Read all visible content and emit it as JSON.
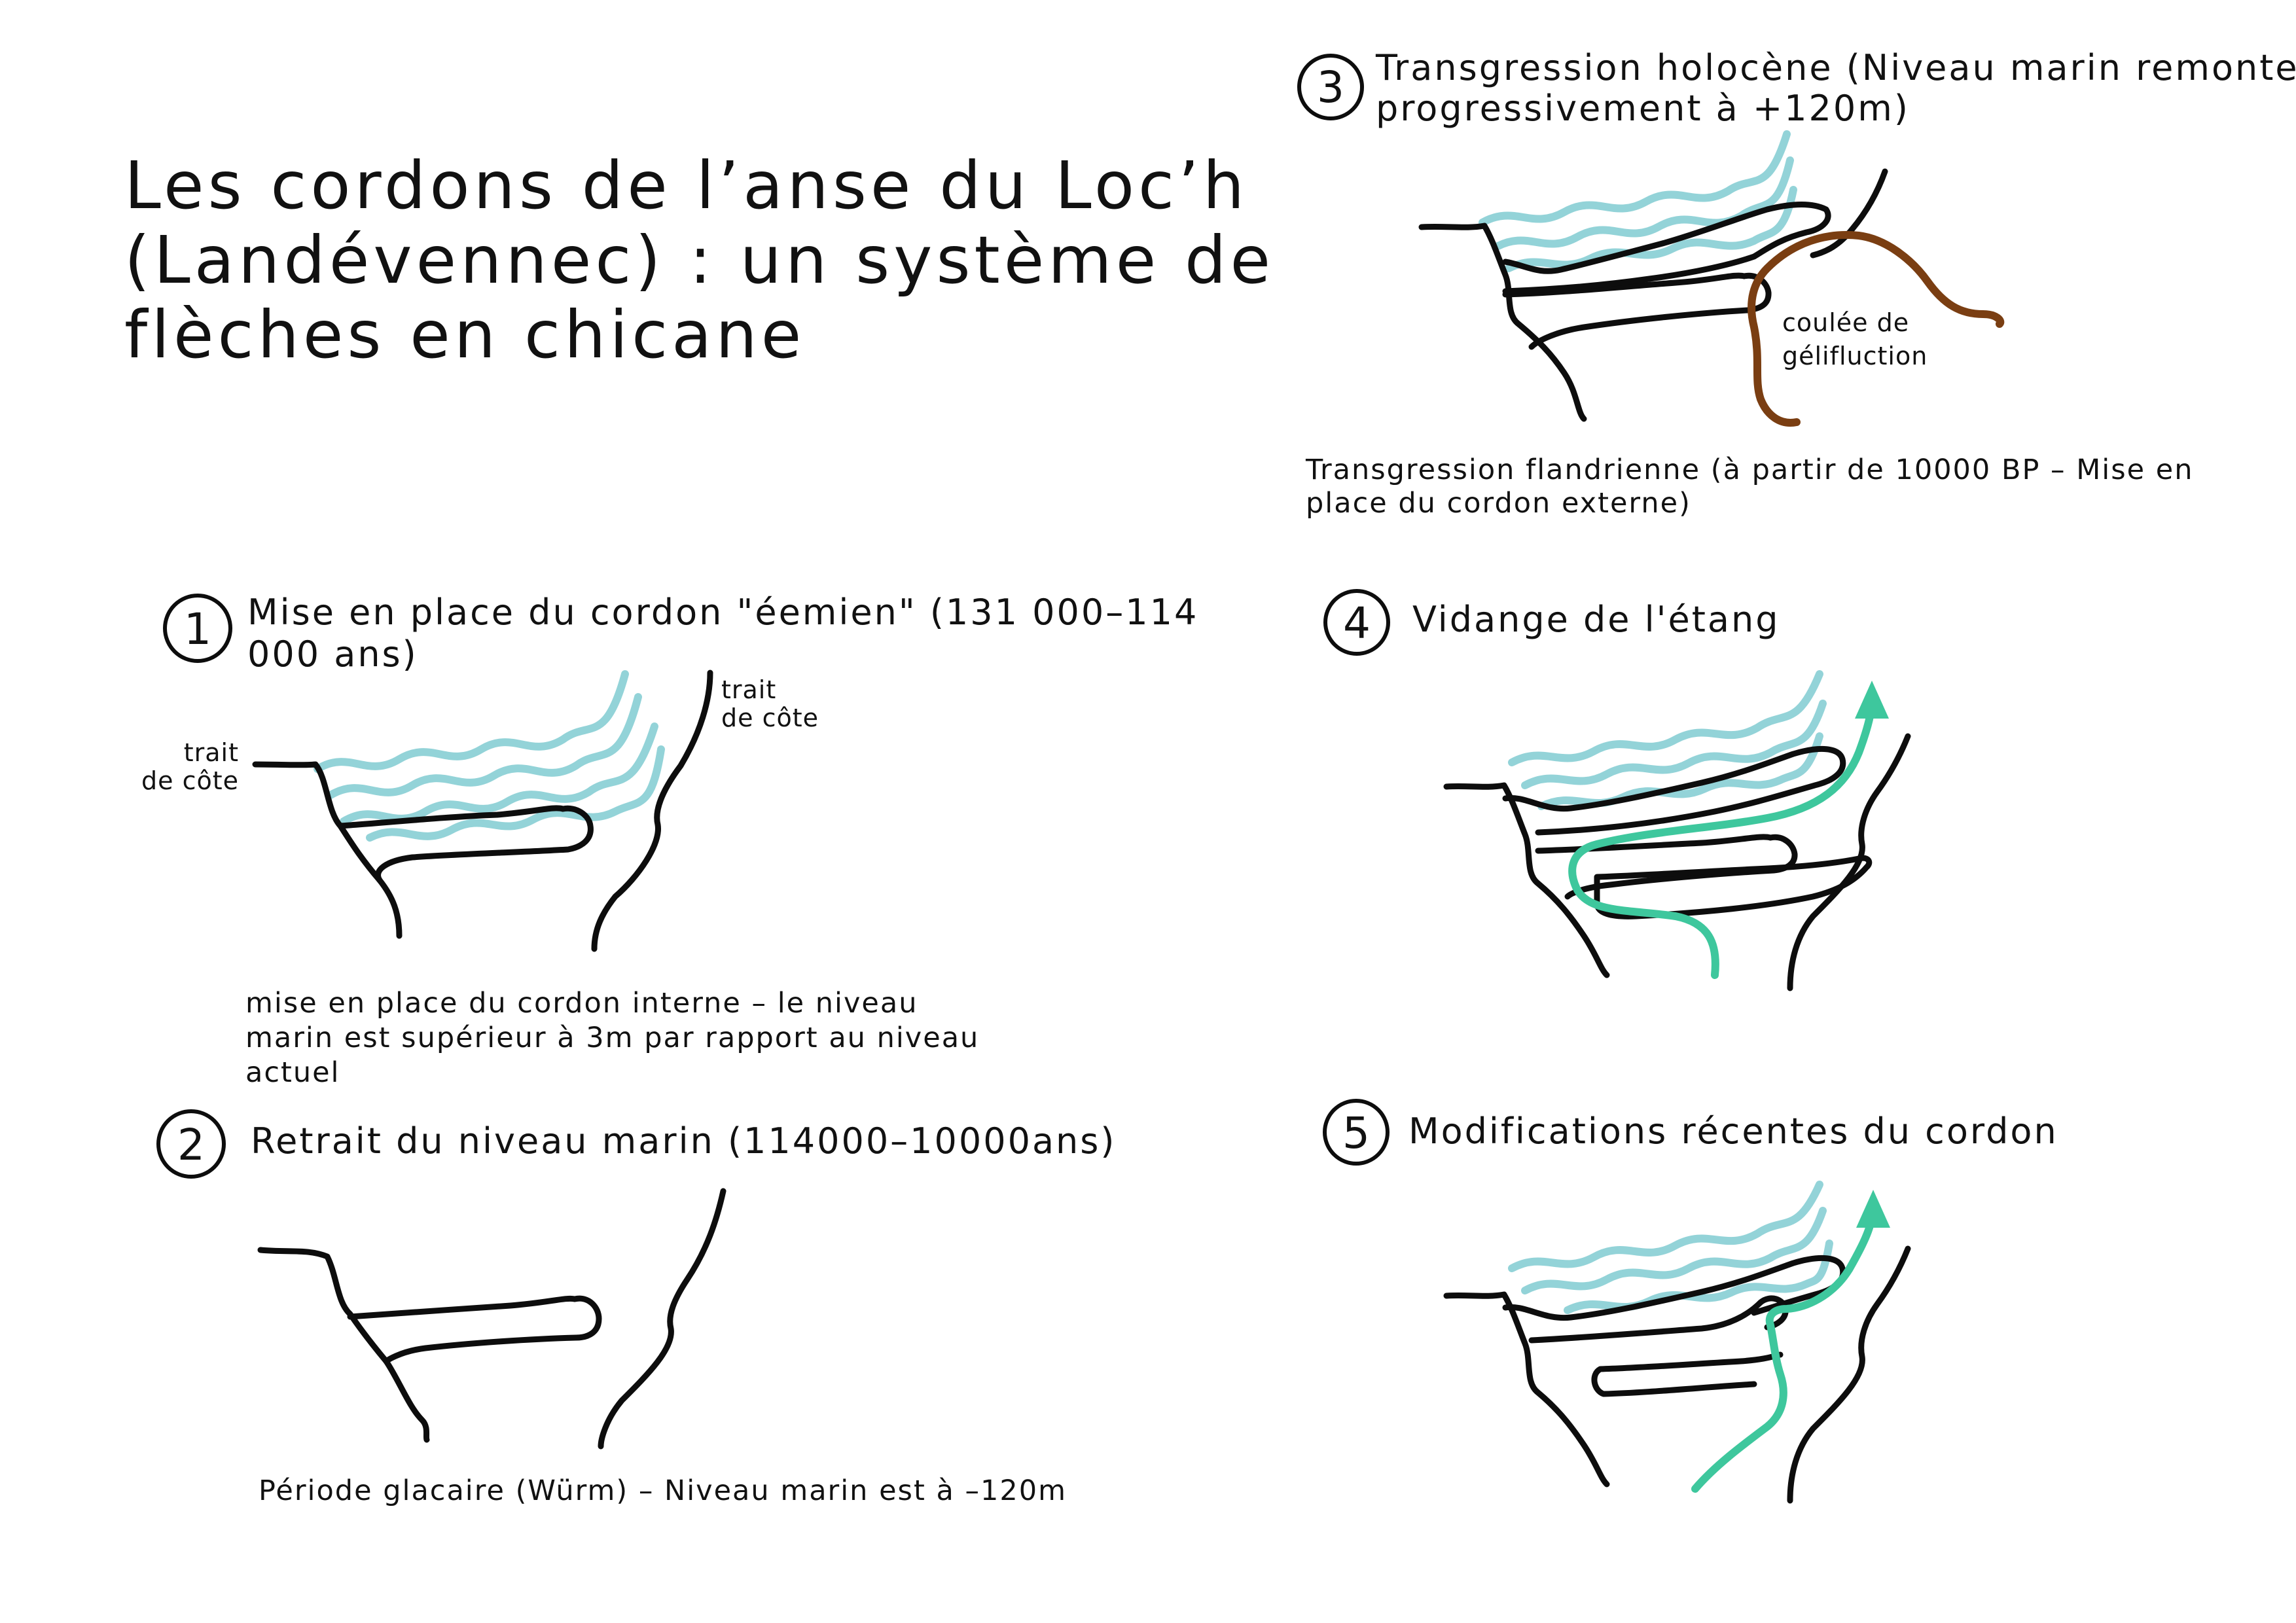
{
  "title": {
    "line1": "Les cordons de l’anse du Loc’h",
    "line2": "(Landévennec) : un système de",
    "line3": "flèches en chicane"
  },
  "colors": {
    "ink": "#0d0d0d",
    "sea": "#93d3d8",
    "flow": "#3ec79d",
    "solifluction": "#7a3e12"
  },
  "steps": [
    {
      "number": "1",
      "heading_line1": "Mise en place du cordon \"éemien\" (131 000–114",
      "heading_line2": "000 ans)",
      "label_left_line1": "trait",
      "label_left_line2": "de côte",
      "label_right_line1": "trait",
      "label_right_line2": "de côte",
      "caption_line1": "mise en place du cordon interne – le niveau",
      "caption_line2": "marin est supérieur à 3m par rapport au niveau",
      "caption_line3": "actuel"
    },
    {
      "number": "2",
      "heading": "Retrait du niveau marin (114000–10000ans)",
      "caption": "Période glacaire (Würm) – Niveau marin est à –120m"
    },
    {
      "number": "3",
      "heading_line1": "Transgression holocène (Niveau marin remonte",
      "heading_line2": "progressivement à +120m)",
      "label_line1": "coulée de",
      "label_line2": "gélifluction",
      "caption_line1": "Transgression flandrienne (à partir de 10000 BP – Mise en",
      "caption_line2": "place du cordon externe)"
    },
    {
      "number": "4",
      "heading": "Vidange de l'étang"
    },
    {
      "number": "5",
      "heading": "Modifications récentes du cordon"
    }
  ]
}
